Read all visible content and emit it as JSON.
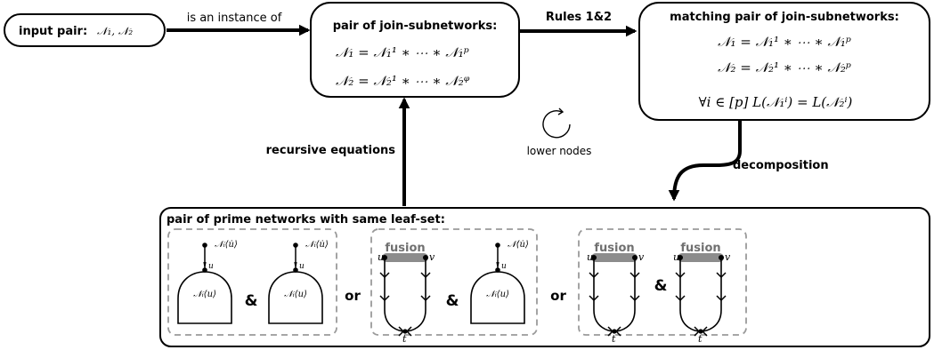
{
  "nodes": {
    "input_pair": {
      "title": "input pair:",
      "math": "𝒩₁, 𝒩₂"
    },
    "join_pair": {
      "title": "pair of join-subnetworks:",
      "eq1": "𝒩₁ = 𝒩₁¹ ∗ ⋯ ∗ 𝒩₁ᵖ",
      "eq2": "𝒩₂ = 𝒩₂¹ ∗ ⋯ ∗ 𝒩₂ᵠ"
    },
    "matching_pair": {
      "title": "matching pair of join-subnetworks:",
      "eq1": "𝒩₁ = 𝒩₁¹ ∗ ⋯ ∗ 𝒩₁ᵖ",
      "eq2": "𝒩₂ = 𝒩₂¹ ∗ ⋯ ∗ 𝒩₂ᵖ",
      "eq3": "∀i ∈ [p]    L(𝒩₁ⁱ) = L(𝒩₂ⁱ)"
    },
    "prime_pair": {
      "title": "pair of prime networks with same leaf-set:"
    }
  },
  "edges": {
    "instance": "is an instance of",
    "rules": "Rules 1&2",
    "decomposition": "decomposition",
    "recursive": "recursive equations",
    "loop": "lower nodes"
  },
  "cases": {
    "or_label": "or",
    "and_label": "&",
    "fusion_label": "fusion",
    "top_math_1": "𝒩ᵢ⟨u̇⟩",
    "top_math_2": "𝒩⟨u̇⟩",
    "inner_math": "𝒩ᵢ⟨u⟩",
    "var_u": "u",
    "var_v": "v",
    "var_t": "t"
  }
}
